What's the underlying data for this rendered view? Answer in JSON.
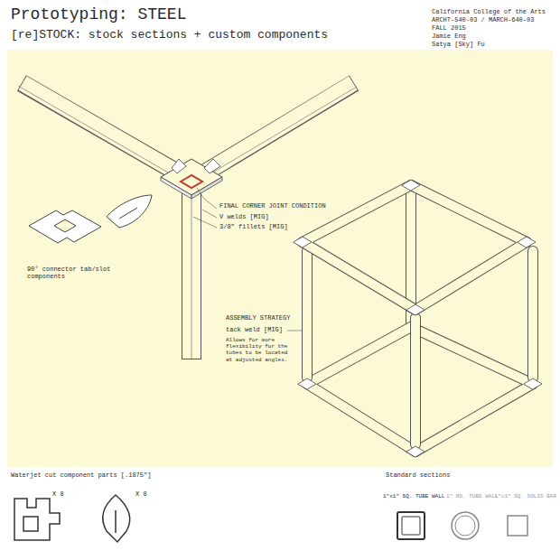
{
  "diagram": {
    "title": "Prototyping: STEEL",
    "labels": [
      "[re]STOCK: stock sections + custom components",
      "California College of the Arts",
      "ARCHT-540-03 / MARCH-640-03",
      "FALL 2015",
      "Jamie Eng",
      "Satya [Sky] Fu",
      "FINAL CORNER JOINT CONDITION",
      "V welds [MIG]",
      "3/8\" fillets [MIG]",
      "90° connector tab/slot components",
      "ASSEMBLY STRATEGY",
      "tack weld [MIG]",
      "Allows for more flexibility for the tubes to be located at adjusted angles.",
      "Waterjet cut component parts [.1875\"]",
      "X 8",
      "X 8",
      "Standard sections",
      "1\"x1\" SQ. TUBE WALL",
      "1\" RD. TUBE WALL",
      "1\"x1\" SQ. SOLID BAR"
    ]
  }
}
